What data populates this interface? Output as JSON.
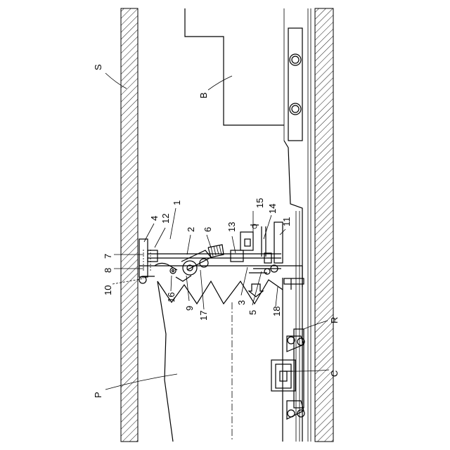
{
  "labels": {
    "S": "S",
    "B": "B",
    "P": "P",
    "R": "R",
    "C": "C",
    "n1": "1",
    "n2": "2",
    "n3": "3",
    "n4": "4",
    "n5": "5",
    "n6": "6",
    "n7": "7",
    "n8": "8",
    "n9": "9",
    "n10": "10",
    "n11": "11",
    "n12": "12",
    "n13": "13",
    "n14": "14",
    "n15": "15",
    "n16": "16",
    "n17": "17",
    "n18": "18"
  }
}
